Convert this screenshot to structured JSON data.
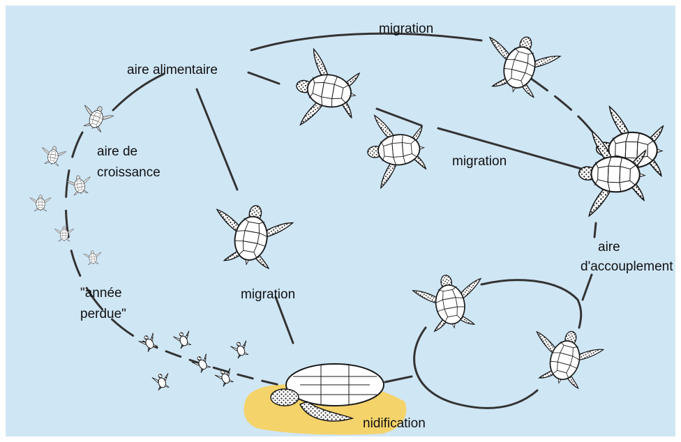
{
  "colors": {
    "background": "#cfe6f5",
    "sand": "#f5d36b",
    "line": "#333333",
    "shell": "#ffffff",
    "shell_stroke": "#1a1a1a"
  },
  "labels": {
    "feeding_area": "aire alimentaire",
    "migration_top": "migration",
    "migration_middle": "migration",
    "migration_left": "migration",
    "growth_area_line1": "aire de",
    "growth_area_line2": "croissance",
    "lost_year_line1": "\"année",
    "lost_year_line2": "perdue\"",
    "mating_area_line1": "aire",
    "mating_area_line2": "d'accouplement",
    "nesting": "nidification"
  },
  "icons": {
    "adult_turtle": "sea-turtle-icon",
    "juvenile_turtle": "juvenile-turtle-icon",
    "hatchling": "hatchling-icon",
    "nesting_turtle": "nesting-turtle-icon",
    "mating_pair": "mating-turtles-icon"
  }
}
